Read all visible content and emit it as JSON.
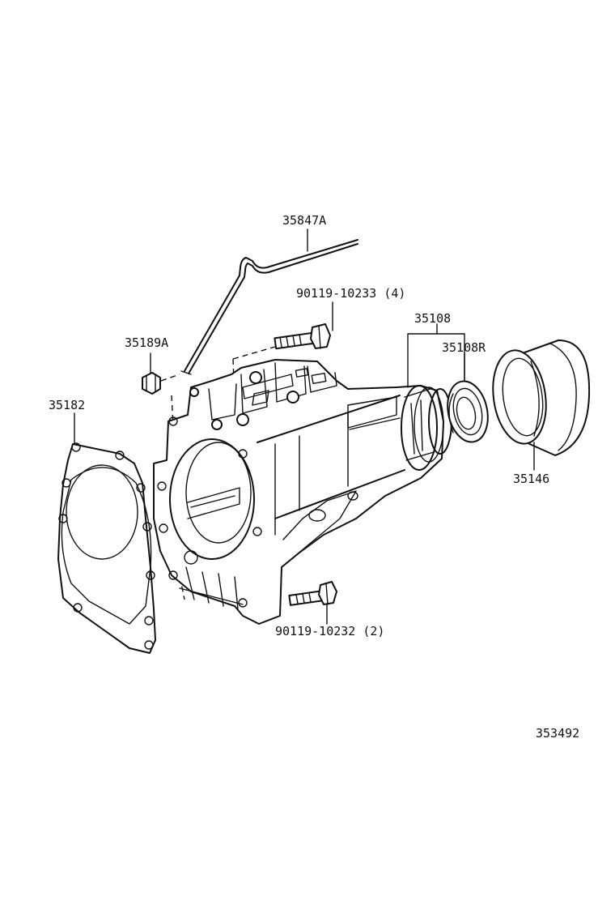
{
  "parts": {
    "breather_tube": "35847A",
    "bolt_upper": "90119-10233 (4)",
    "breather_plug": "35189A",
    "extension_housing_sub": "35108",
    "oil_seal": "35108R",
    "gasket": "35182",
    "dust_deflector": "35146",
    "bolt_lower": "90119-10232 (2)"
  },
  "diagram_id": "353492"
}
